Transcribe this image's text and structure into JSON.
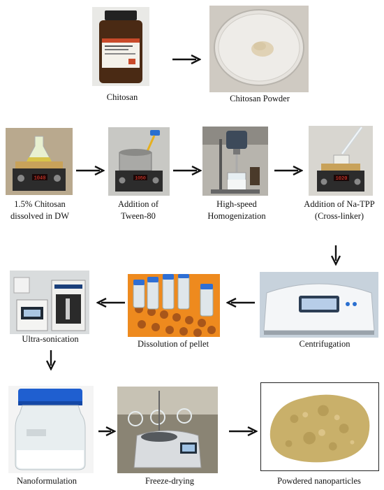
{
  "colors": {
    "arrow": "#111111",
    "background": "#ffffff"
  },
  "steps": [
    {
      "id": "chitosan",
      "label": "Chitosan"
    },
    {
      "id": "chitosan-powder",
      "label": "Chitosan Powder"
    },
    {
      "id": "dissolved",
      "label_lines": [
        "1.5% Chitosan",
        "dissolved in DW"
      ]
    },
    {
      "id": "tween",
      "label_lines": [
        "Addition of",
        "Tween-80"
      ]
    },
    {
      "id": "homogenization",
      "label_lines": [
        "High-speed",
        "Homogenization"
      ]
    },
    {
      "id": "na-tpp",
      "label_lines": [
        "Addition of Na-TPP",
        "(Cross-linker)"
      ]
    },
    {
      "id": "centrifugation",
      "label": "Centrifugation"
    },
    {
      "id": "pellet",
      "label": "Dissolution of pellet"
    },
    {
      "id": "ultrasonication",
      "label": "Ultra-sonication"
    },
    {
      "id": "nanoformulation",
      "label": "Nanoformulation"
    },
    {
      "id": "freeze-drying",
      "label": "Freeze-drying"
    },
    {
      "id": "powdered",
      "label": "Powdered nanoparticles"
    }
  ],
  "instrument_displays": {
    "hotplate_1": "1040",
    "hotplate_2": "1050",
    "hotplate_3": "1020"
  }
}
